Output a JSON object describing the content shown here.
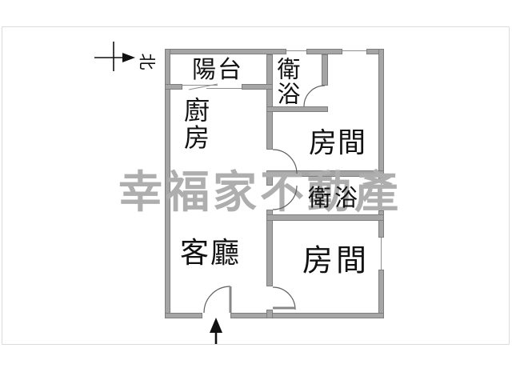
{
  "plan": {
    "type": "real-estate floor plan",
    "compass": {
      "label": "北"
    },
    "watermark": {
      "text": "幸福家不動產"
    },
    "rooms": {
      "balcony": {
        "label": "陽台",
        "orientation": "horizontal"
      },
      "kitchen": {
        "label": "廚房",
        "orientation": "vertical"
      },
      "bathroom_top": {
        "label": "衛浴",
        "orientation": "vertical"
      },
      "bedroom_top": {
        "label": "房間",
        "orientation": "horizontal"
      },
      "bathroom_mid": {
        "label": "衛浴",
        "orientation": "horizontal"
      },
      "living_room": {
        "label": "客廳",
        "orientation": "horizontal"
      },
      "bedroom_bottom": {
        "label": "房間",
        "orientation": "horizontal"
      }
    },
    "features": {
      "doors": 5,
      "windows": 4,
      "sliding_door": 1,
      "entrance_arrow": "up"
    }
  },
  "colors": {
    "background": "#ffffff",
    "wall_fill": "#a5a5a5",
    "wall_edge": "#7e7e7e",
    "label_text": "#111111",
    "watermark": "#aeaeae",
    "door_arc": "#5f5f5f",
    "frame_border": "#dcdcdc"
  }
}
